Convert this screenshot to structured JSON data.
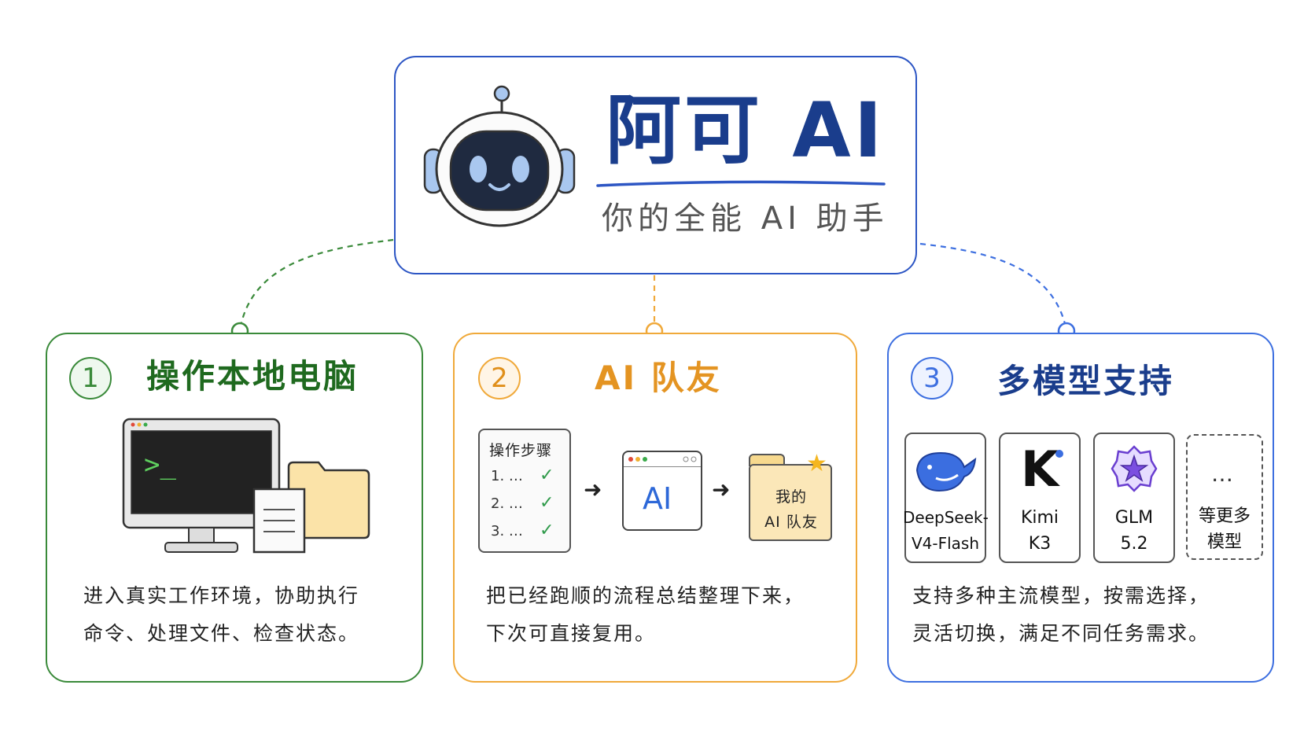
{
  "header": {
    "title": "阿可 AI",
    "subtitle": "你的全能 AI 助手"
  },
  "colors": {
    "primary_blue": "#2d56c4",
    "green": "#3a8a3a",
    "orange": "#f0a93a",
    "blue": "#3d6fe0"
  },
  "features": [
    {
      "number": "1",
      "title": "操作本地电脑",
      "desc_lines": [
        "进入真实工作环境，协助执行",
        "命令、处理文件、检查状态。"
      ]
    },
    {
      "number": "2",
      "title": "AI 队友",
      "steps_title": "操作步骤",
      "steps": [
        "1. …",
        "2. …",
        "3. …"
      ],
      "ai_label": "AI",
      "ally_lines": [
        "我的",
        "AI 队友"
      ],
      "desc_lines": [
        "把已经跑顺的流程总结整理下来，",
        "下次可直接复用。"
      ]
    },
    {
      "number": "3",
      "title": "多模型支持",
      "models": [
        {
          "name_lines": [
            "DeepSeek-",
            "V4-Flash"
          ],
          "icon": "deepseek-whale-icon"
        },
        {
          "name_lines": [
            "Kimi",
            "K3"
          ],
          "icon": "kimi-k-icon"
        },
        {
          "name_lines": [
            "GLM",
            "5.2"
          ],
          "icon": "glm-star-icon"
        },
        {
          "name_lines": [
            "等更多",
            "模型"
          ],
          "icon": "ellipsis-icon"
        }
      ],
      "ellipsis": "…",
      "desc_lines": [
        "支持多种主流模型，按需选择，",
        "灵活切换，满足不同任务需求。"
      ]
    }
  ],
  "icons": {
    "terminal_prompt": ">_",
    "kimi_letter": "K"
  }
}
